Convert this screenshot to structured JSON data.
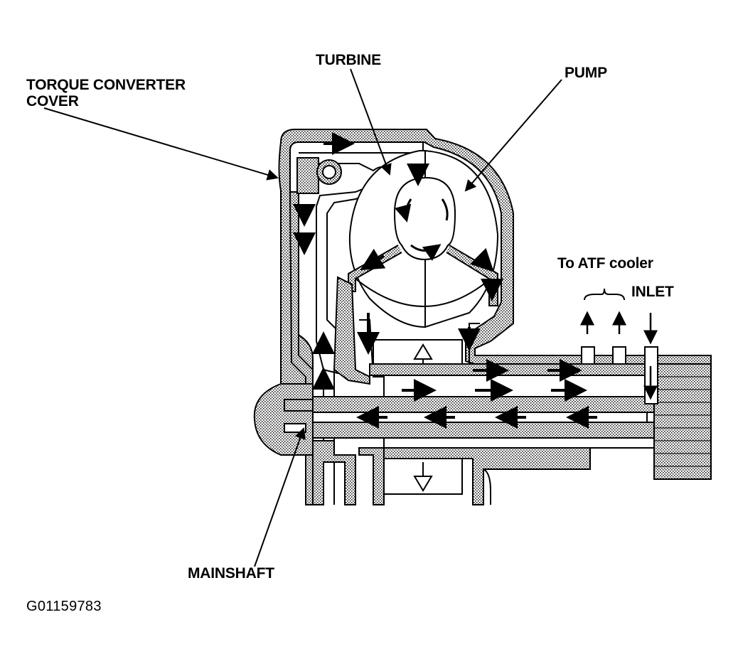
{
  "labels": {
    "torque_converter_cover_line1": "TORQUE CONVERTER",
    "torque_converter_cover_line2": "COVER",
    "turbine": "TURBINE",
    "pump": "PUMP",
    "to_atf_cooler": "To ATF cooler",
    "inlet": "INLET",
    "mainshaft": "MAINSHAFT"
  },
  "figure_id": "G01159783",
  "colors": {
    "ink": "#000000",
    "stipple_fill": "#9a9a9a",
    "background": "#ffffff"
  }
}
